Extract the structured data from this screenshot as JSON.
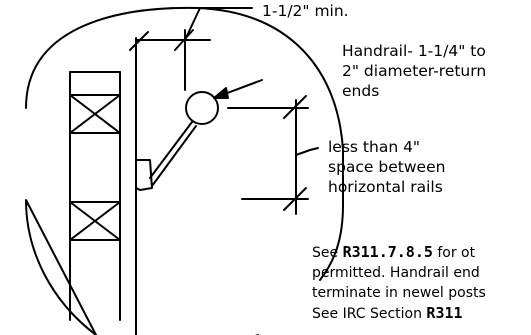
{
  "labels": {
    "clearance": "1-1/2\" min.",
    "handrail_line1": "Handrail- 1-1/4\" to",
    "handrail_line2": "2\" diameter-return",
    "handrail_line3": "ends",
    "spacing_line1": "less than 4\"",
    "spacing_line2": "space between",
    "spacing_line3": "horizontal rails"
  },
  "note": {
    "line1_a": "See ",
    "line1_ref": "R311.7.8.5",
    "line1_b": " for ot",
    "line2": "permitted.  Handrail end",
    "line3": "terminate in newel posts",
    "line4_a": "See IRC Section ",
    "line4_ref": "R311"
  },
  "colors": {
    "ink": "#000000",
    "background": "#ffffff"
  }
}
